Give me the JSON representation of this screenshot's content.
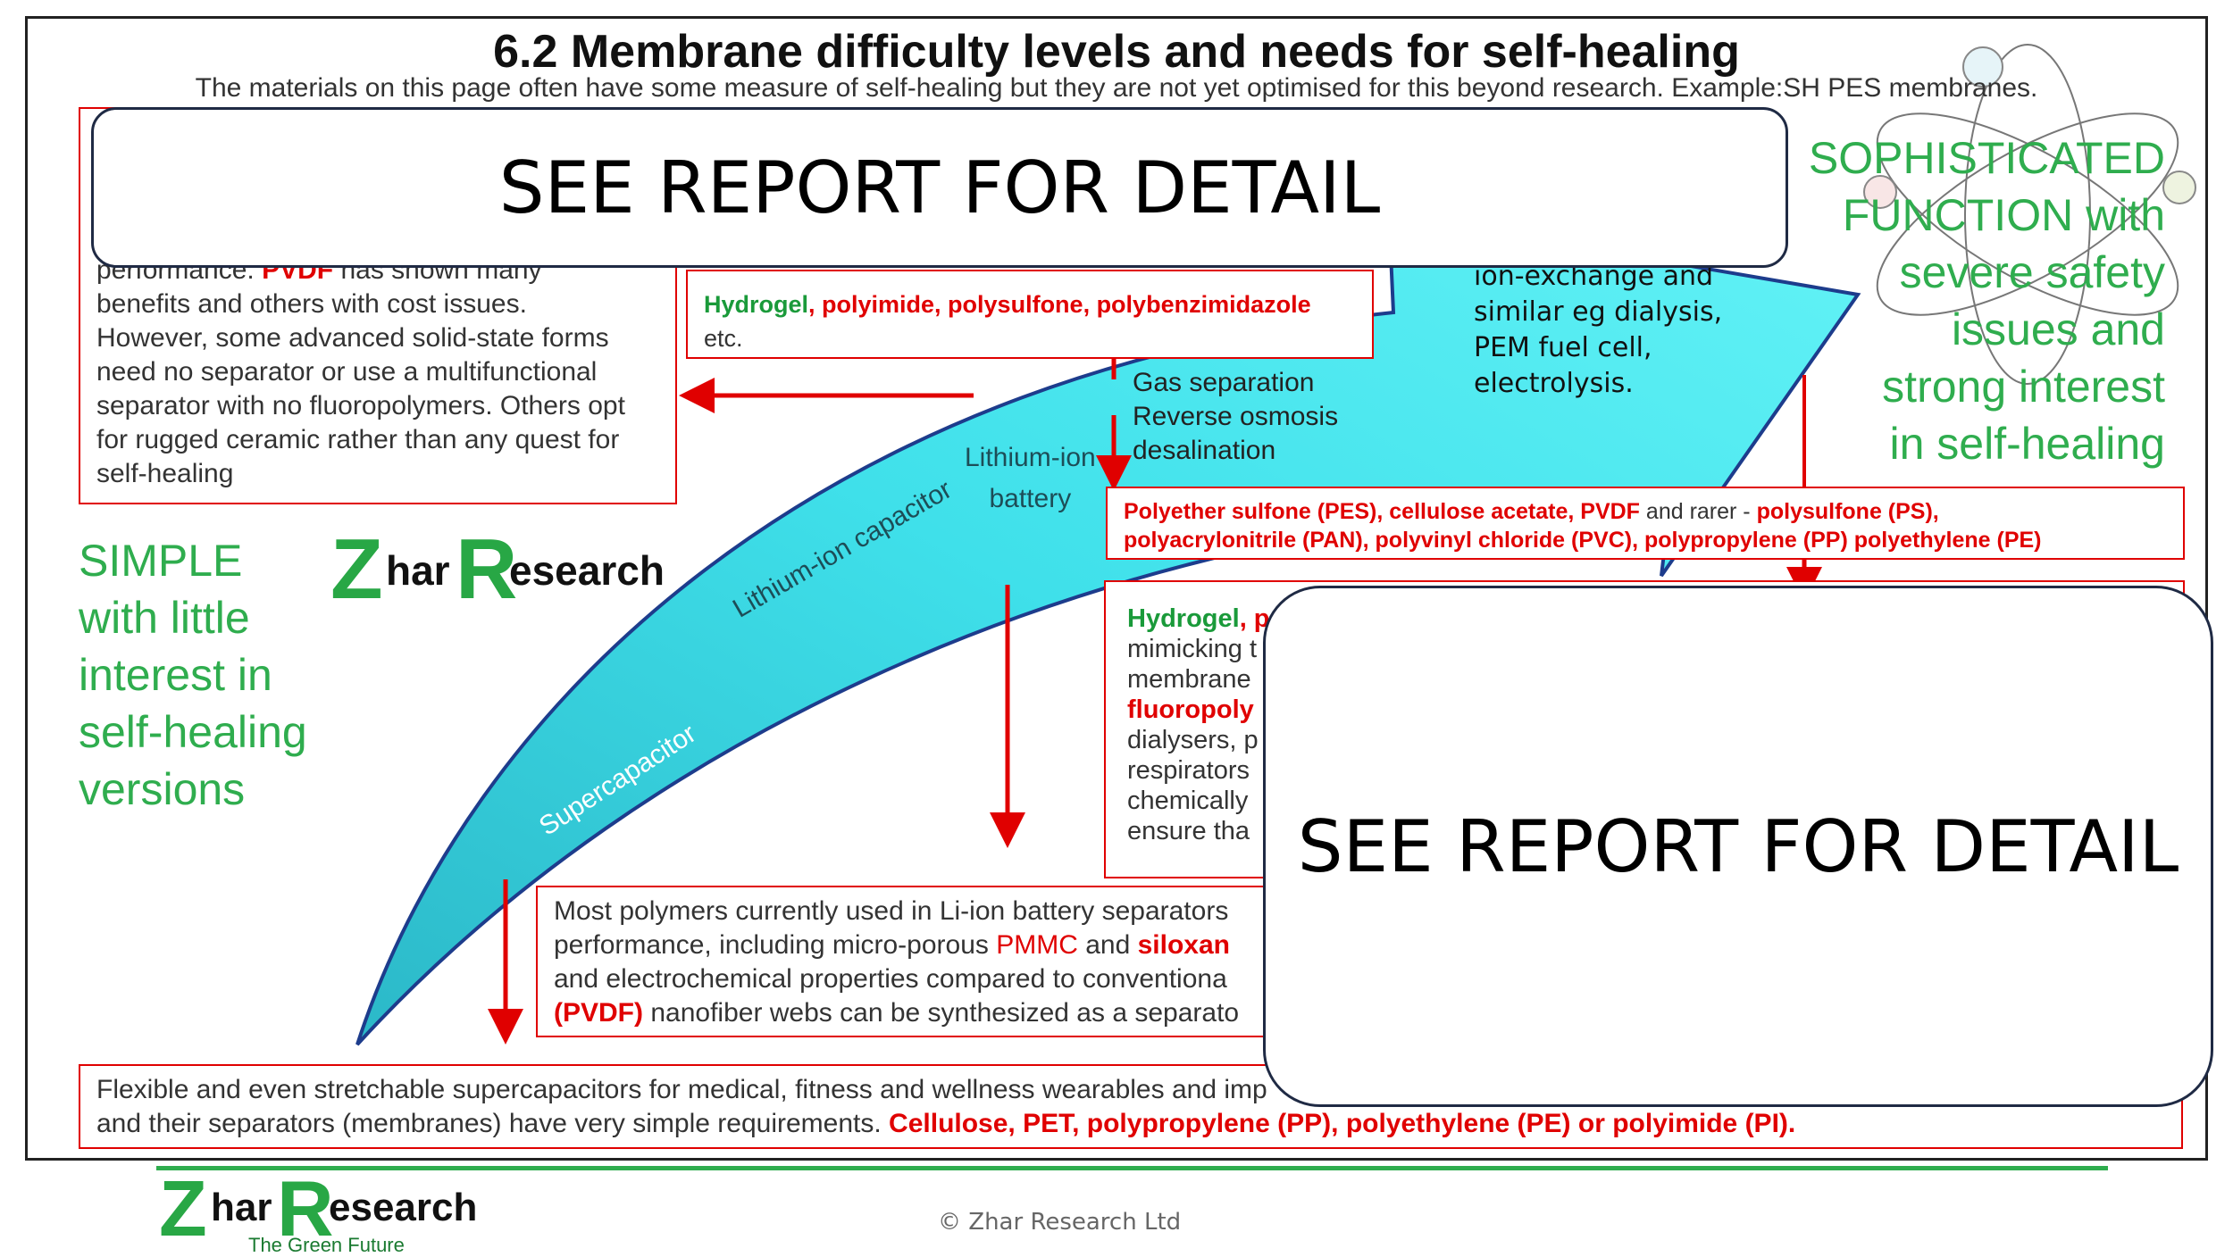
{
  "title": "6.2 Membrane difficulty levels and needs for self-healing",
  "subtitle": "The materials on this page often have some measure of self-healing but they are not yet optimised for this beyond research. Example:SH PES membranes.",
  "overlay_label": "SEE REPORT FOR DETAIL",
  "left_box": {
    "line1_pre": "performance. ",
    "line1_red": "PVDF",
    "line1_post": " has shown many",
    "lines": [
      "benefits and others with cost issues.",
      "However, some advanced solid-state forms",
      "need no separator or use a multifunctional",
      "separator with no fluoropolymers. Others opt",
      "for rugged ceramic rather than any quest for",
      "self-healing"
    ]
  },
  "hydrogel_box": {
    "green": "Hydrogel",
    "red": ", polyimide, polysulfone, polybenzimidazole",
    "tail": "etc."
  },
  "ion_exchange_lines": [
    "ion-exchange and",
    "similar eg dialysis,",
    "PEM fuel cell,",
    "electrolysis."
  ],
  "gas_sep_lines": [
    "Gas separation",
    "Reverse osmosis",
    "desalination"
  ],
  "arrow_labels": {
    "li_ion_battery_1": "Lithium-ion",
    "li_ion_battery_2": "battery",
    "li_ion_capacitor": "Lithium-ion capacitor",
    "supercapacitor": "Supercapacitor"
  },
  "pes_box": {
    "red1": "Polyether sulfone (PES), cellulose acetate, PVDF",
    "dark": " and rarer - ",
    "red2": "polysulfone (PS),",
    "line2": "polyacrylonitrile (PAN), polyvinyl chloride (PVC), polypropylene (PP) polyethylene (PE)"
  },
  "right_lower_box": {
    "green": "Hydrogel",
    "red": ", p",
    "lines": [
      "mimicking t",
      "membrane"
    ],
    "red_line": "fluoropoly",
    "lines2": [
      "dialysers, p",
      "respirators",
      "chemically",
      "ensure tha"
    ]
  },
  "li_box": {
    "line1": "Most polymers currently used in Li-ion battery separators",
    "line2_pre": "performance, including micro-porous ",
    "line2_red": "PMMC",
    "line2_mid": " and ",
    "line2_red2": "siloxan",
    "line3": "and electrochemical properties compared to conventiona",
    "line4_red": "(PVDF)",
    "line4_post": " nanofiber webs can be synthesized as a separato"
  },
  "bottom_box": {
    "line1": "Flexible and even stretchable supercapacitors for medical, fitness and wellness wearables and imp",
    "line2_pre": "and their separators (membranes) have very simple requirements. ",
    "line2_red": "Cellulose, PET, polypropylene (PP), polyethylene (PE) or polyimide (PI)."
  },
  "simple_lines": [
    "SIMPLE",
    "with little",
    "interest in",
    "self-healing",
    "versions"
  ],
  "sophisticated_lines": [
    "SOPHISTICATED",
    "FUNCTION with",
    "severe safety",
    "issues and",
    "strong interest",
    "in self-healing"
  ],
  "logo": {
    "z": "Z",
    "har": "har",
    "r": "R",
    "esearch": "esearch",
    "tagline": "The Green Future"
  },
  "footer": "© Zhar Research Ltd",
  "colors": {
    "red": "#e00000",
    "green": "#2fad4e",
    "cyan": "#33dbe6",
    "frame": "#222222"
  }
}
